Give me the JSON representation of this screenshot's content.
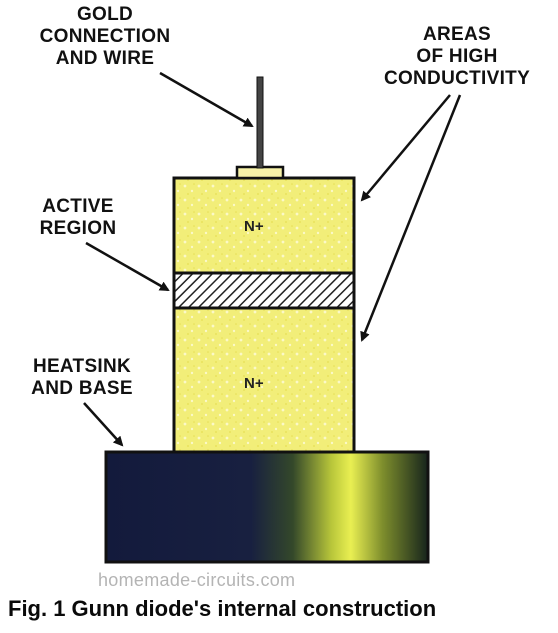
{
  "labels": {
    "gold": [
      "GOLD",
      "CONNECTION",
      "AND WIRE"
    ],
    "areas": [
      "AREAS",
      "OF HIGH",
      "CONDUCTIVITY"
    ],
    "active": [
      "ACTIVE",
      "REGION"
    ],
    "heatsink": [
      "HEATSINK",
      "AND BASE"
    ]
  },
  "regions": {
    "n_top": "N+",
    "n_bottom": "N+"
  },
  "watermark": "homemade-circuits.com",
  "caption": "Fig. 1 Gunn diode's internal construction",
  "colors": {
    "n_region": "#f2ee79",
    "base_dark": "#141a3a",
    "base_glow": "#e8ee4a",
    "outline": "#111111"
  }
}
